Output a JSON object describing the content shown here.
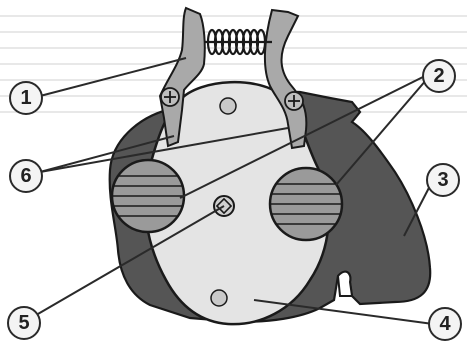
{
  "callouts": [
    {
      "id": "1",
      "label": "1"
    },
    {
      "id": "2",
      "label": "2"
    },
    {
      "id": "3",
      "label": "3"
    },
    {
      "id": "4",
      "label": "4"
    },
    {
      "id": "5",
      "label": "5"
    },
    {
      "id": "6",
      "label": "6"
    }
  ],
  "colors": {
    "background": "#ffffff",
    "guide_lines": "#d9d9d9",
    "housing": "#555555",
    "plate": "#e4e4e4",
    "arm": "#a9a9a9",
    "roller": "#9a9a9a",
    "outline": "#1a1a1a",
    "leader": "#2a2a2a"
  }
}
